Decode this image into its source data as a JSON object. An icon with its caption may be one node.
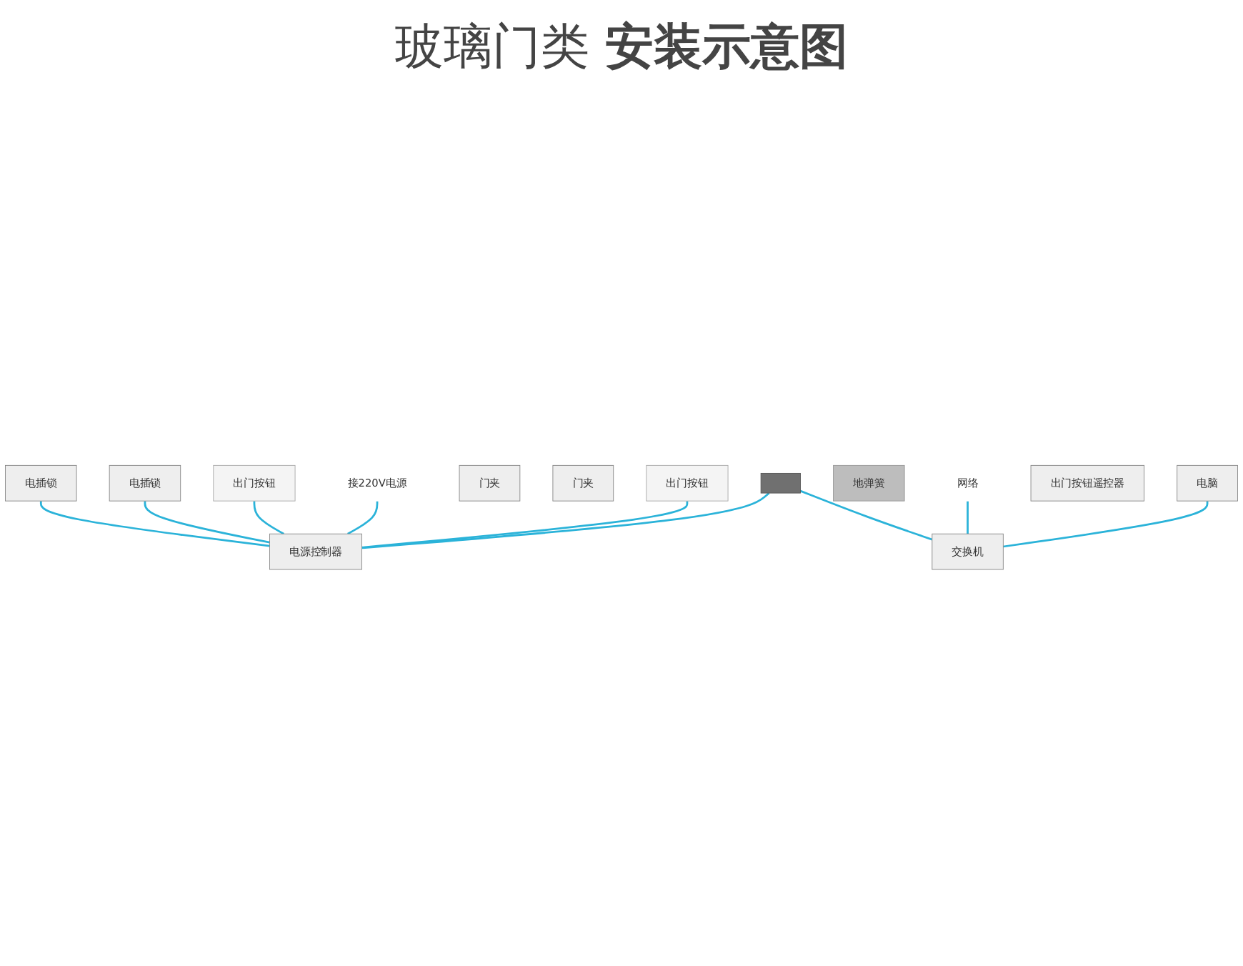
{
  "diagram": {
    "title": "玻璃门类 **安装示意图**",
    "nodes": [
      {
        "text": [
          "电插锁"
        ]
      },
      {
        "text": [
          "电插锁"
        ]
      },
      {
        "text": [
          "出门按钮"
        ]
      },
      {
        "text": [
          "接220V电源"
        ]
      },
      {
        "text": [
          "电源控制器"
        ]
      },
      {
        "text": [
          "门夹"
        ]
      },
      {
        "text": [
          "门夹"
        ]
      },
      {
        "text": [],
        "shape": "box"
      },
      {
        "text": [
          "出门按钮"
        ]
      },
      {
        "text": [
          "地弹簧"
        ]
      },
      {
        "text": [
          "电脑"
        ]
      },
      {
        "text": [
          "出门按钮遥控器"
        ]
      },
      {
        "text": [
          "网络"
        ]
      },
      {
        "text": [
          "交换机"
        ]
      }
    ],
    "edges": [
      {
        "from": 0,
        "to": 4,
        "arrow": "none"
      },
      {
        "from": 1,
        "to": 4,
        "arrow": "none"
      },
      {
        "from": 2,
        "to": 4,
        "arrow": "none"
      },
      {
        "from": 3,
        "to": 4,
        "arrow": "none"
      },
      {
        "from": 8,
        "to": 4,
        "arrow": "none"
      },
      {
        "from": 7,
        "to": 4,
        "arrow": "none"
      },
      {
        "from": 7,
        "to": 13,
        "arrow": "none"
      },
      {
        "from": 12,
        "to": 13,
        "arrow": "none"
      },
      {
        "from": 10,
        "to": 13,
        "arrow": "none"
      }
    ]
  }
}
